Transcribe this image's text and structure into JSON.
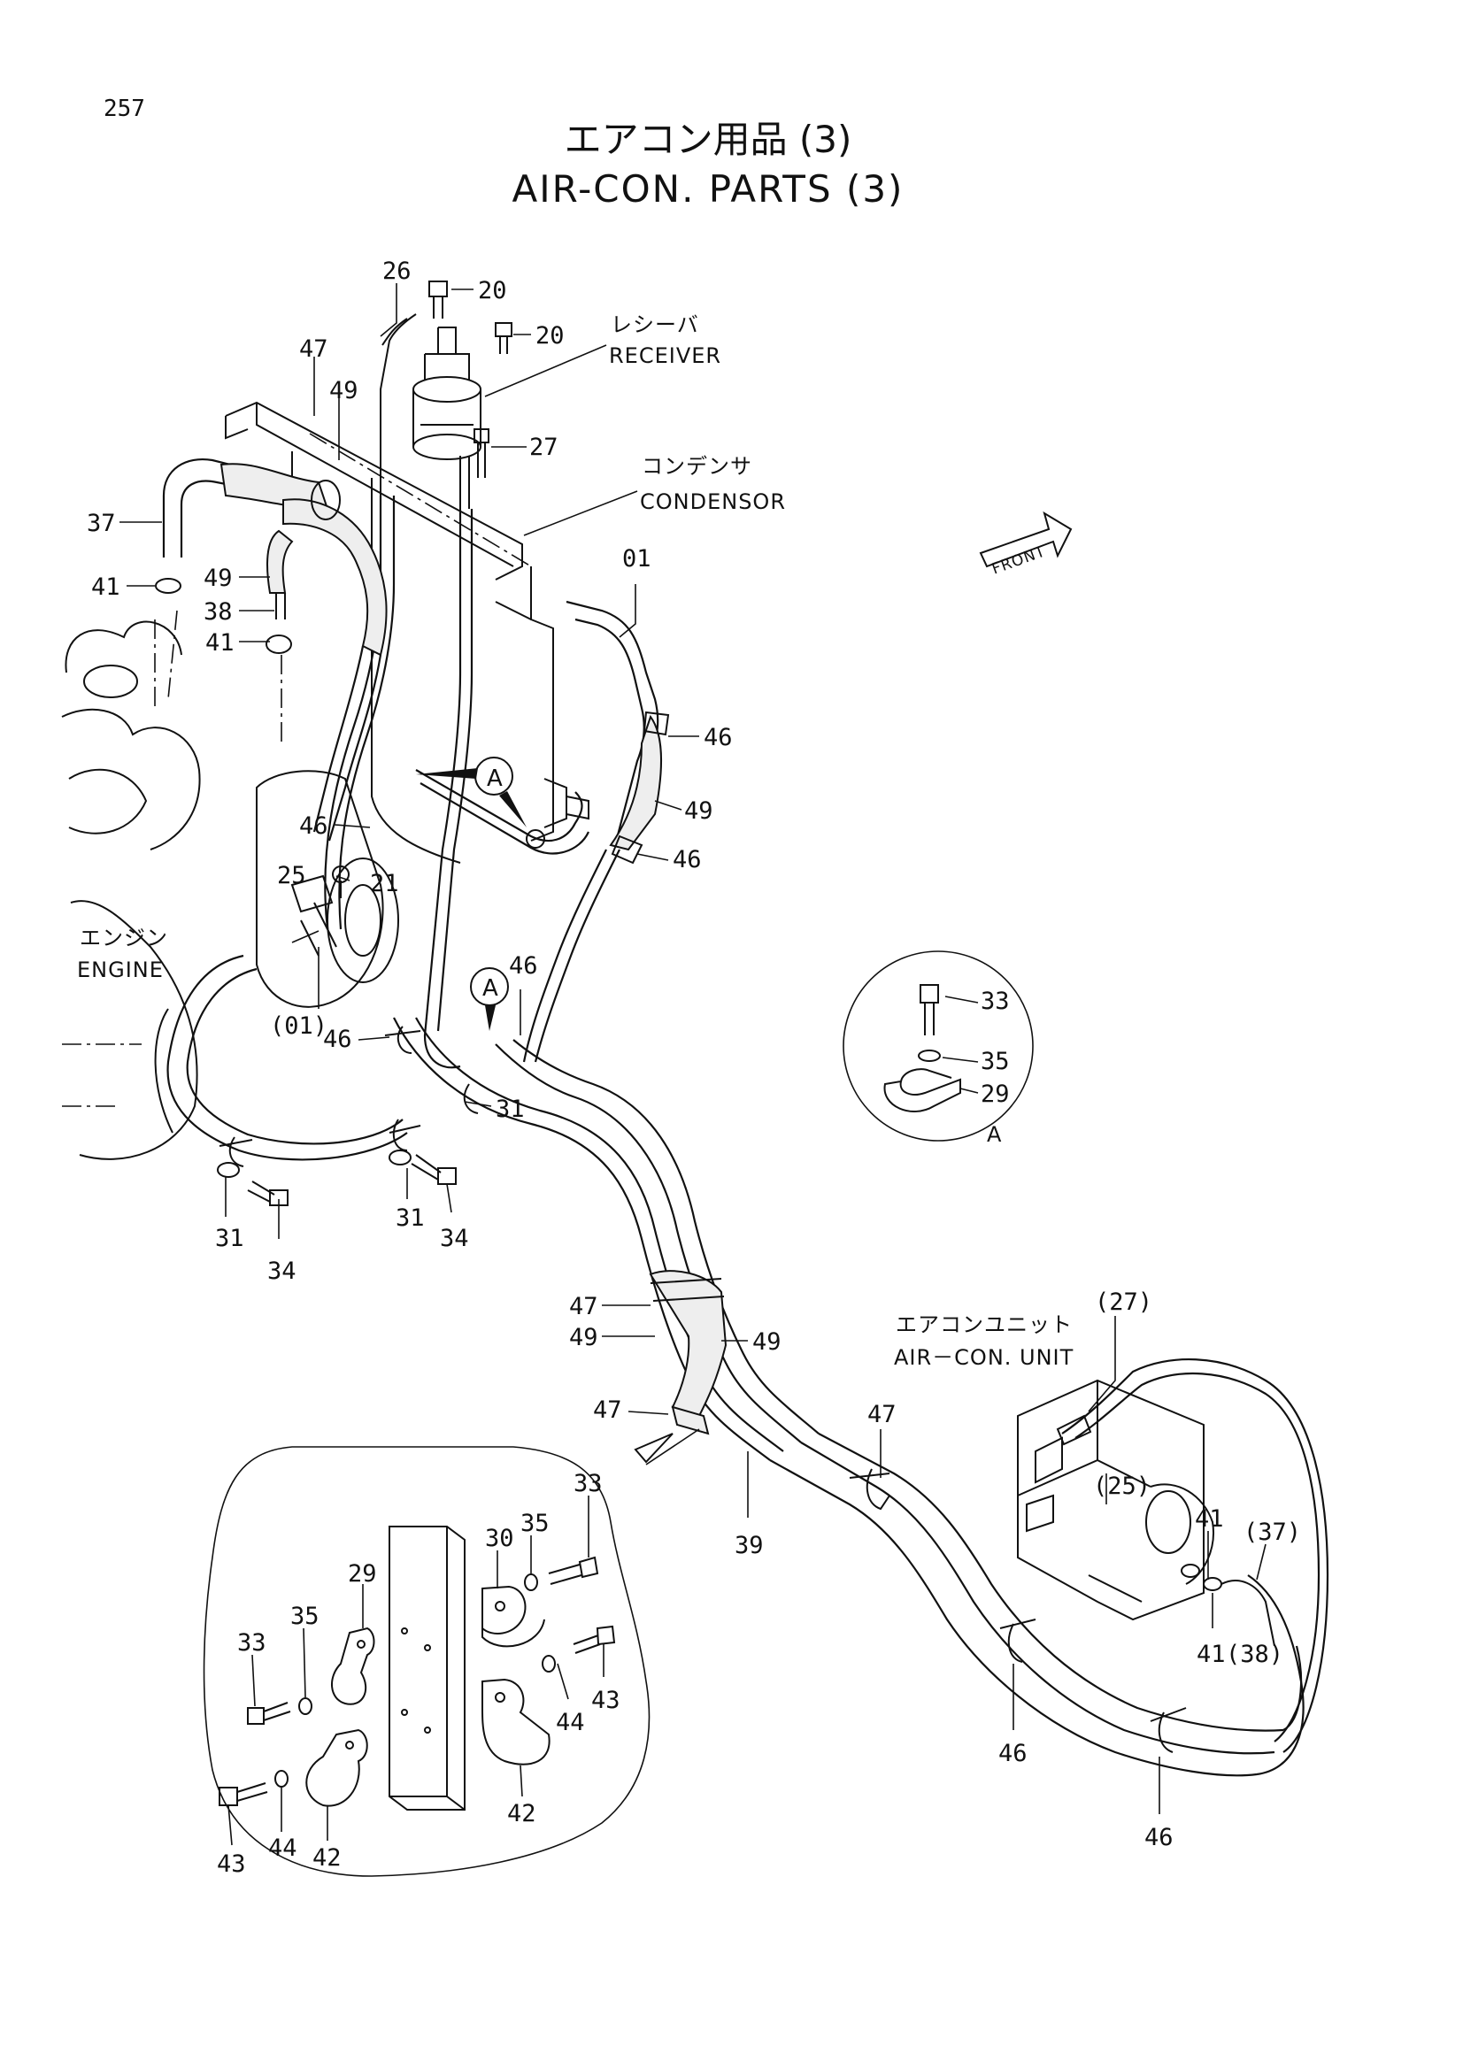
{
  "page": {
    "number": "257"
  },
  "title": {
    "jp": "エアコン用品 (3)",
    "en": "AIR-CON. PARTS (3)"
  },
  "names": {
    "receiver_jp": "レシーバ",
    "receiver_en": "RECEIVER",
    "condensor_jp": "コンデンサ",
    "condensor_en": "CONDENSOR",
    "engine_jp": "エンジン",
    "engine_en": "ENGINE",
    "unit_jp": "エアコンユニット",
    "unit_en": "AIR－CON. UNIT",
    "front": "FRONT",
    "view_a": "A"
  },
  "callouts": [
    "26",
    "20",
    "20",
    "47",
    "49",
    "27",
    "01",
    "37",
    "41",
    "49",
    "38",
    "41",
    "46",
    "49",
    "46",
    "46",
    "25",
    "21",
    "(01)",
    "46",
    "46",
    "31",
    "33",
    "35",
    "29",
    "31",
    "34",
    "31",
    "34",
    "47",
    "49",
    "49",
    "47",
    "47",
    "39",
    "(27)",
    "(25)",
    "41",
    "(37)",
    "41",
    "(38)",
    "46",
    "46",
    "33",
    "35",
    "30",
    "29",
    "35",
    "33",
    "43",
    "44",
    "42",
    "44",
    "42",
    "43"
  ]
}
